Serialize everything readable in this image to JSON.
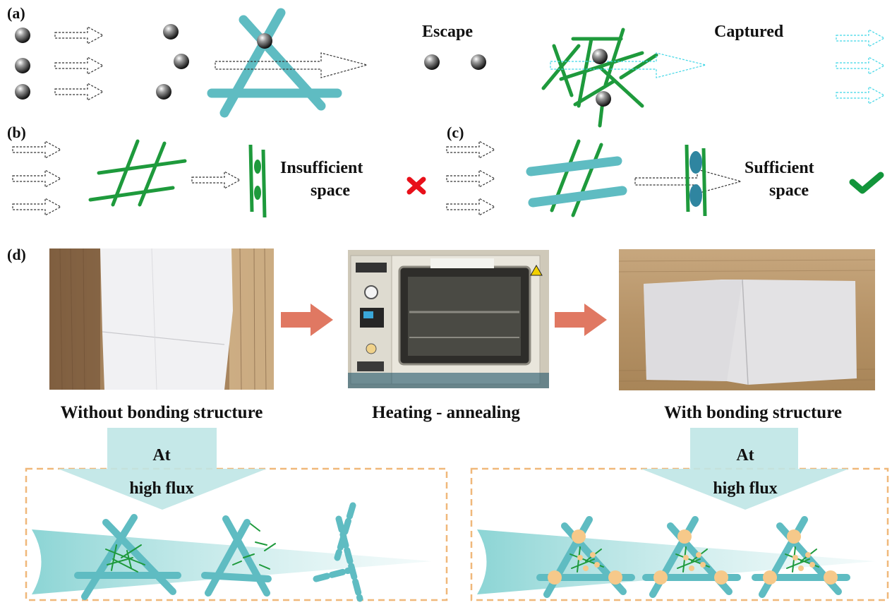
{
  "panels": {
    "a": "(a)",
    "b": "(b)",
    "c": "(c)",
    "d": "(d)"
  },
  "labels": {
    "escape": "Escape",
    "captured": "Captured",
    "insufficient_line1": "Insufficient",
    "insufficient_line2": "space",
    "sufficient_line1": "Sufficient",
    "sufficient_line2": "space",
    "without_bonding": "Without bonding structure",
    "heating": "Heating - annealing",
    "with_bonding": "With bonding structure",
    "at_left": "At",
    "high_flux_left": "high flux",
    "at_right": "At",
    "high_flux_right": "high flux"
  },
  "colors": {
    "fiber_teal": "#5fbcc2",
    "fiber_green": "#1e9a3c",
    "arrow_orange": "#e07862",
    "box_dash": "#f0b87a",
    "bond_dot": "#f6c98a",
    "cross_red": "#e8101a",
    "check_green": "#13953b",
    "flux_light": "#bfe6e6"
  }
}
